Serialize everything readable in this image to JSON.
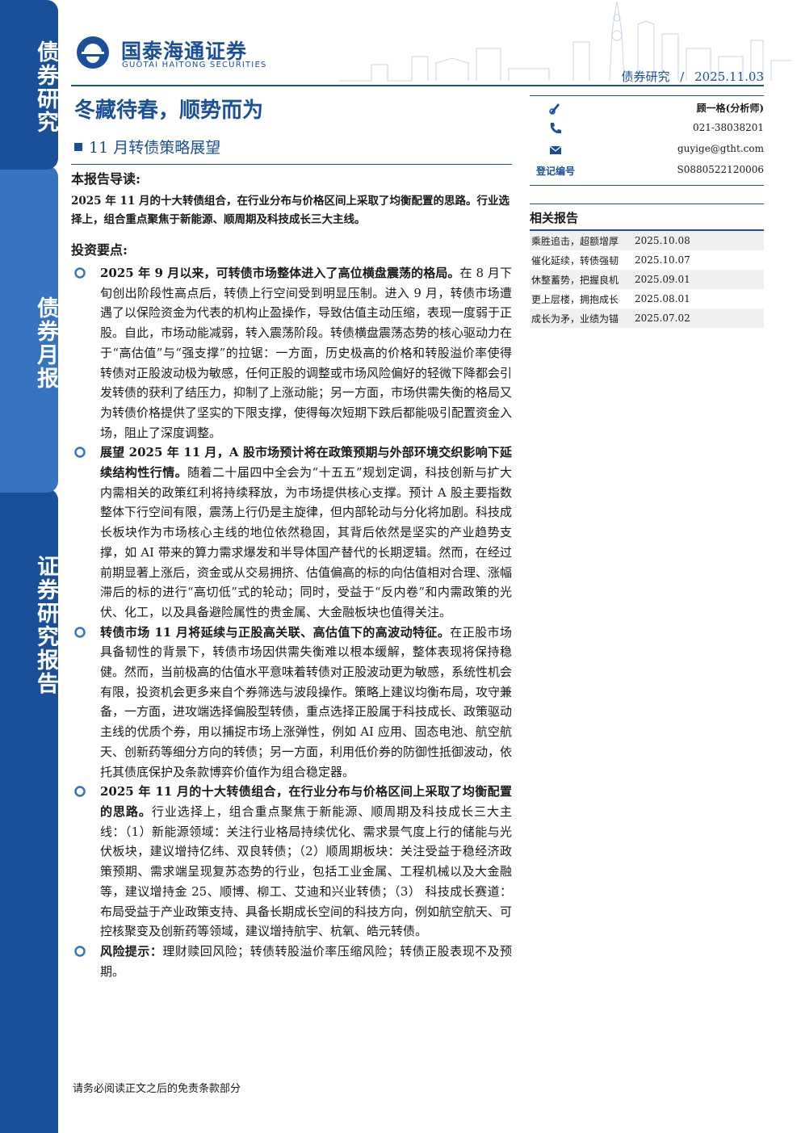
{
  "sidebar": {
    "tab1": "债券研究",
    "tab2": "债券月报",
    "tab3": "证券研究报告"
  },
  "brand": {
    "name_cn": "国泰海通证券",
    "name_en": "GUOTAI HAITONG SECURITIES",
    "logo_icon": "guotai-haitong-logo-icon",
    "color": "#1a4f9a"
  },
  "header": {
    "category": "债券研究",
    "separator": "/",
    "date": "2025.11.03"
  },
  "report": {
    "title": "冬藏待春，顺势而为",
    "subtitle": "11 月转债策略展望"
  },
  "guide": {
    "heading": "本报告导读:",
    "text": "2025 年 11 月的十大转债组合，在行业分布与价格区间上采取了均衡配置的思路。行业选择上，组合重点聚焦于新能源、顺周期及科技成长三大主线。"
  },
  "points": {
    "heading": "投资要点:",
    "items": [
      {
        "lead": "2025 年 9 月以来，可转债市场整体进入了高位横盘震荡的格局。",
        "body": "在 8 月下旬创出阶段性高点后，转债上行空间受到明显压制。进入 9 月，转债市场遭遇了以保险资金为代表的机构止盈操作，导致估值主动压缩，表现一度弱于正股。自此，市场动能减弱，转入震荡阶段。转债横盘震荡态势的核心驱动力在于“高估值”与“强支撑”的拉锯：一方面，历史极高的价格和转股溢价率使得转债对正股波动极为敏感，任何正股的调整或市场风险偏好的轻微下降都会引发转债的获利了结压力，抑制了上涨动能；另一方面，市场供需失衡的格局又为转债价格提供了坚实的下限支撑，使得每次短期下跌后都能吸引配置资金入场，阻止了深度调整。"
      },
      {
        "lead": "展望 2025 年 11 月，A 股市场预计将在政策预期与外部环境交织影响下延续结构性行情。",
        "body": "随着二十届四中全会为“十五五”规划定调，科技创新与扩大内需相关的政策红利将持续释放，为市场提供核心支撑。预计 A 股主要指数整体下行空间有限，震荡上行仍是主旋律，但内部轮动与分化将加剧。科技成长板块作为市场核心主线的地位依然稳固，其背后依然是坚实的产业趋势支撑，如 AI 带来的算力需求爆发和半导体国产替代的长期逻辑。然而，在经过前期显著上涨后，资金或从交易拥挤、估值偏高的标的向估值相对合理、涨幅滞后的标的进行“高切低”式的轮动；同时，受益于“反内卷”和内需政策的光伏、化工，以及具备避险属性的贵金属、大金融板块也值得关注。"
      },
      {
        "lead": "转债市场 11 月将延续与正股高关联、高估值下的高波动特征。",
        "body": "在正股市场具备韧性的背景下，转债市场因供需失衡难以根本缓解，整体表现将保持稳健。然而，当前极高的估值水平意味着转债对正股波动更为敏感，系统性机会有限，投资机会更多来自个券筛选与波段操作。策略上建议均衡布局，攻守兼备，一方面，进攻端选择偏股型转债，重点选择正股属于科技成长、政策驱动主线的优质个券，用以捕捉市场上涨弹性，例如 AI 应用、固态电池、航空航天、创新药等细分方向的转债；另一方面，利用低价券的防御性抵御波动，依托其债底保护及条款博弈价值作为组合稳定器。"
      },
      {
        "lead": "2025 年 11 月的十大转债组合，在行业分布与价格区间上采取了均衡配置的思路。",
        "body": "行业选择上，组合重点聚焦于新能源、顺周期及科技成长三大主线：（1）新能源领域：关注行业格局持续优化、需求景气度上行的储能与光伏板块，建议增持亿纬、双良转债；（2）顺周期板块：关注受益于稳经济政策预期、需求端呈现复苏态势的行业，包括工业金属、工程机械以及大金融等，建议增持金 25、顺博、柳工、艾迪和兴业转债；（3） 科技成长赛道：布局受益于产业政策支持、具备长期成长空间的科技方向，例如航空航天、可控核聚变及创新药等领域，建议增持航宇、杭氧、皓元转债。"
      },
      {
        "lead": "风险提示：",
        "body": "理财赎回风险；转债转股溢价率压缩风险；转债正股表现不及预期。"
      }
    ]
  },
  "analyst": {
    "name": "顾一格(分析师)",
    "phone": "021-38038201",
    "email": "guyige@gtht.com",
    "reg_label": "登记编号",
    "reg_no": "S0880522120006",
    "icons": [
      "pen-icon",
      "phone-icon",
      "mail-icon"
    ]
  },
  "related": {
    "heading": "相关报告",
    "items": [
      {
        "title": "乘胜追击，超额增厚",
        "date": "2025.10.08"
      },
      {
        "title": "催化延续，转债强韧",
        "date": "2025.10.07"
      },
      {
        "title": "休整蓄势，把握良机",
        "date": "2025.09.01"
      },
      {
        "title": "更上层楼，拥抱成长",
        "date": "2025.08.01"
      },
      {
        "title": "成长为矛，业绩为锚",
        "date": "2025.07.02"
      }
    ]
  },
  "footer": {
    "disclaimer": "请务必阅读正文之后的免责条款部分"
  }
}
